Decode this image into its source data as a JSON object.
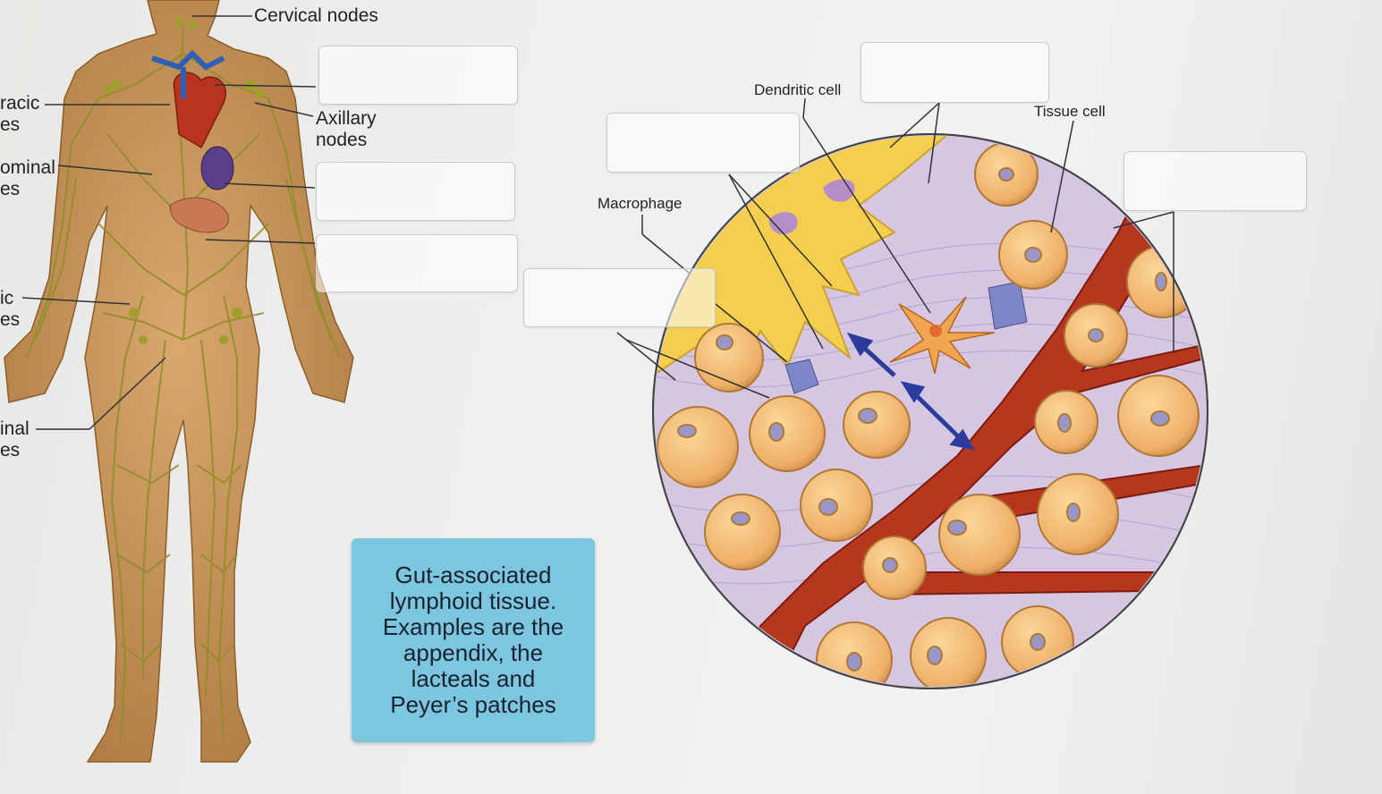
{
  "labels": {
    "cervical_nodes": "Cervical nodes",
    "axillary_nodes": "Axillary\nnodes",
    "thoracic_partial": "racic\nes",
    "abdominal_partial": "ominal\nes",
    "pelvic_partial": "ic\nes",
    "inguinal_partial": "inal\nes",
    "dendritic_cell": "Dendritic cell",
    "tissue_cell": "Tissue cell",
    "macrophage": "Macrophage"
  },
  "drag_tile": {
    "text": "Gut-associated\nlymphoid tissue.\nExamples are the\nappendix, the\nlacteals and\nPeyer’s patches"
  },
  "dropzones": [
    "",
    "",
    "",
    "",
    "",
    "",
    "",
    ""
  ],
  "colors": {
    "tile": "#7cc6df",
    "skin": "#c99a62",
    "lymph": "#9c9a2c",
    "vessel": "#b7361e",
    "cell": "#f0b872",
    "nucleus": "#9a97c8",
    "matrix": "#d9c9e4",
    "dendritic_region": "#f4cf4f"
  }
}
